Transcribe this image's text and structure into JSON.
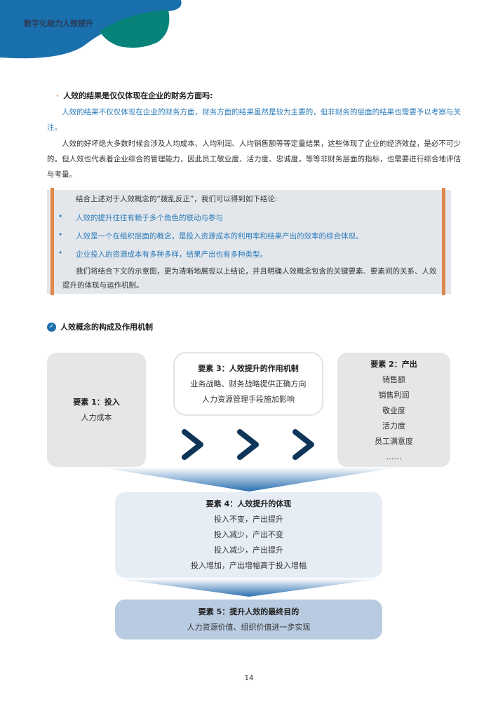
{
  "header": {
    "title": "数字化助力人效提升",
    "colors": {
      "blue": "#1a6fad",
      "teal": "#07837a"
    }
  },
  "question": {
    "heading": "人效的结果是仅仅体现在企业的财务方面吗:",
    "answer": "人效的结果不仅仅体现在企业的财务方面，财务方面的结果虽然是较为主要的，但非财务的层面的结果也需要予以考察与关注。",
    "detail": "人效的好坏绝大多数时候会涉及人均成本、人均利润、人均销售额等等定量结果，这些体现了企业的经济效益，是必不可少的。但人效也代表着企业综合的管理能力，因此员工敬业度、活力度、忠诚度，等等非财务层面的指标，也需要进行综合地评估与考量。"
  },
  "conclusion": {
    "intro": "结合上述对于人效概念的“拨乱反正”，我们可以得到如下结论:",
    "bullets": [
      "人效的提升往往有赖于多个角色的联动与参与",
      "人效是一个在组织层面的概念，是投入资源成本的利用率和结果产出的效率的综合体现。",
      "企业投入的资源成本有多种多样，结果产出也有多种类型。"
    ],
    "outro": "我们将结合下文的示意图，更为清晰地展现以上结论，并且明确人效概念包含的关键要素、要素间的关系、人效提升的体现与运作机制。"
  },
  "section": {
    "title": "人效概念的构成及作用机制"
  },
  "diagram": {
    "e1": {
      "title": "要素 1：投入",
      "items": [
        "人力成本"
      ]
    },
    "e2": {
      "title": "要素 2：产出",
      "items": [
        "销售额",
        "销售利润",
        "敬业度",
        "活力度",
        "员工满意度",
        "……"
      ]
    },
    "e3": {
      "title": "要素 3：人效提升的作用机制",
      "items": [
        "业务战略、财务战略提供正确方向",
        "人力资源管理手段施加影响"
      ]
    },
    "e4": {
      "title": "要素 4：人效提升的体现",
      "items": [
        "投入不变，产出提升",
        "投入减少，产出不变",
        "投入减少，产出提升",
        "投入增加，产出增幅高于投入增幅"
      ]
    },
    "e5": {
      "title": "要素 5：提升人效的最终目的",
      "items": [
        "人力资源价值、组织价值进一步实现"
      ]
    }
  },
  "page_number": "14"
}
